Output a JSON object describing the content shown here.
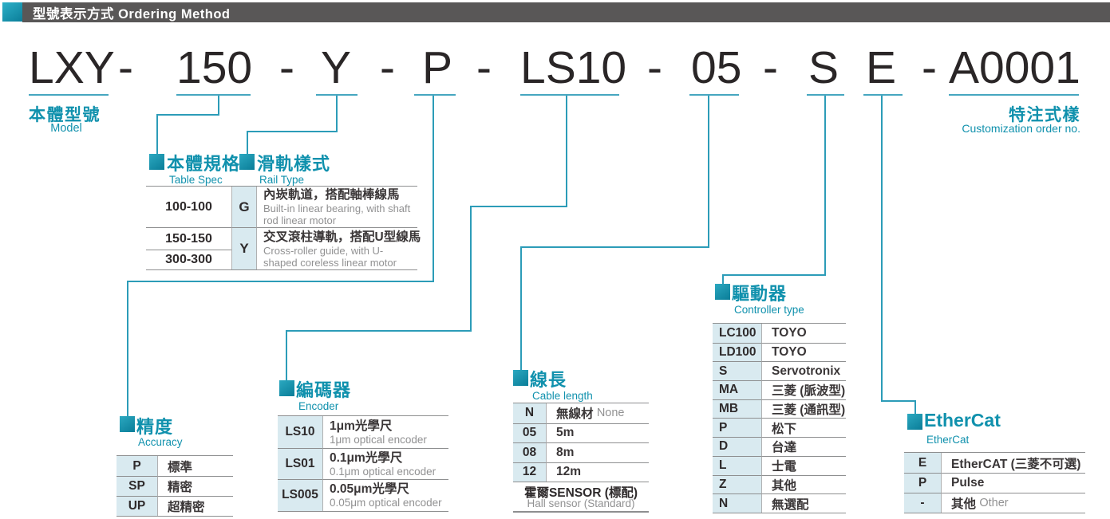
{
  "header": {
    "title": "型號表示方式 Ordering Method"
  },
  "model": {
    "separator": "-",
    "segments": {
      "body": "LXY",
      "spec": "150",
      "rail": "Y",
      "accuracy": "P",
      "encoder": "LS10",
      "cable": "05",
      "controller": "S",
      "ethercat": "E",
      "custom": "A0001"
    }
  },
  "labels": {
    "model_zh": "本體型號",
    "model_en": "Model",
    "custom_zh": "特注式樣",
    "custom_en": "Customization order no."
  },
  "sections": {
    "spec": {
      "zh": "本體規格",
      "en": "Table Spec"
    },
    "rail": {
      "zh": "滑軌樣式",
      "en": "Rail Type"
    },
    "accuracy": {
      "zh": "精度",
      "en": "Accuracy"
    },
    "encoder": {
      "zh": "編碼器",
      "en": "Encoder"
    },
    "cable": {
      "zh": "線長",
      "en": "Cable length"
    },
    "controller": {
      "zh": "驅動器",
      "en": "Controller type"
    },
    "ethercat": {
      "zh": "EtherCat",
      "en": "EtherCat"
    }
  },
  "spec_rail": {
    "specs": [
      "100-100",
      "150-150",
      "300-300"
    ],
    "rail_g": {
      "code": "G",
      "zh": "內崁軌道，搭配軸棒線馬",
      "en": "Built-in linear bearing, with shaft rod linear motor"
    },
    "rail_y": {
      "code": "Y",
      "zh": "交叉滾柱導軌，搭配U型線馬",
      "en": "Cross-roller guide, with U-shaped coreless linear motor"
    }
  },
  "accuracy": {
    "rows": [
      {
        "code": "P",
        "label": "標準"
      },
      {
        "code": "SP",
        "label": "精密"
      },
      {
        "code": "UP",
        "label": "超精密"
      }
    ]
  },
  "encoder": {
    "rows": [
      {
        "code": "LS10",
        "zh": "1μm光學尺",
        "en": "1μm optical encoder"
      },
      {
        "code": "LS01",
        "zh": "0.1μm光學尺",
        "en": "0.1μm optical encoder"
      },
      {
        "code": "LS005",
        "zh": "0.05μm光學尺",
        "en": "0.05μm optical encoder"
      }
    ]
  },
  "cable": {
    "rows": [
      {
        "code": "N",
        "zh": "無線材",
        "en": "None"
      },
      {
        "code": "05",
        "zh": "5m",
        "en": ""
      },
      {
        "code": "08",
        "zh": "8m",
        "en": ""
      },
      {
        "code": "12",
        "zh": "12m",
        "en": ""
      }
    ],
    "note_zh": "霍爾SENSOR (標配)",
    "note_en": "Hall sensor (Standard)"
  },
  "controller": {
    "rows": [
      {
        "code": "LC100",
        "label": "TOYO"
      },
      {
        "code": "LD100",
        "label": "TOYO"
      },
      {
        "code": "S",
        "label": "Servotronix"
      },
      {
        "code": "MA",
        "label": "三菱 (脈波型)"
      },
      {
        "code": "MB",
        "label": "三菱 (通訊型)"
      },
      {
        "code": "P",
        "label": "松下"
      },
      {
        "code": "D",
        "label": "台達"
      },
      {
        "code": "L",
        "label": "士電"
      },
      {
        "code": "Z",
        "label": "其他"
      },
      {
        "code": "N",
        "label": "無選配"
      }
    ]
  },
  "ethercat": {
    "rows": [
      {
        "code": "E",
        "zh": "EtherCAT (三菱不可選)",
        "en": ""
      },
      {
        "code": "P",
        "zh": "Pulse",
        "en": ""
      },
      {
        "code": "-",
        "zh": "其他",
        "en": "Other"
      }
    ]
  },
  "colors": {
    "teal_heading": "#1091ad",
    "connector_line": "#2c9cb8",
    "header_bar": "#595757",
    "code_cell_bg": "#d9eaf0"
  }
}
